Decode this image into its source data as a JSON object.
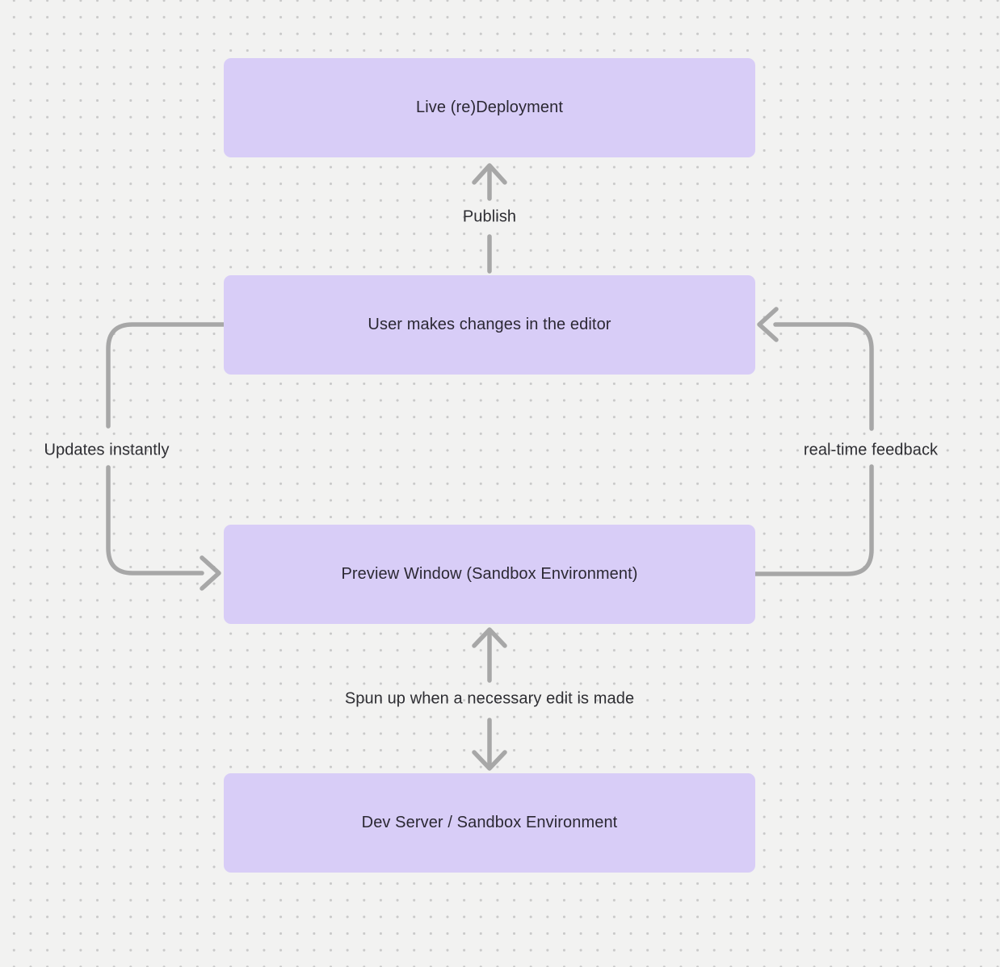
{
  "diagram": {
    "nodes": [
      {
        "id": "live-redeployment",
        "label": "Live (re)Deployment"
      },
      {
        "id": "editor",
        "label": "User makes changes in the editor"
      },
      {
        "id": "preview-window",
        "label": "Preview Window (Sandbox Environment)"
      },
      {
        "id": "dev-server",
        "label": "Dev Server / Sandbox Environment"
      }
    ],
    "edges": [
      {
        "id": "publish",
        "from": "editor",
        "to": "live-redeployment",
        "label": "Publish"
      },
      {
        "id": "updates-instantly",
        "from": "editor",
        "to": "preview-window",
        "label": "Updates instantly"
      },
      {
        "id": "real-time-feedback",
        "from": "preview-window",
        "to": "editor",
        "label": "real-time feedback"
      },
      {
        "id": "sandbox-spin-up",
        "from": "preview-window",
        "to": "dev-server",
        "label": "Spun up when a necessary edit is made",
        "bidirectional": true
      }
    ]
  },
  "colors": {
    "canvas_background": "#f2f2f1",
    "dot_grid": "#c9c9c9",
    "node_fill": "#d8cdf7",
    "node_text": "#2b2833",
    "edge_stroke": "#a7a7a7",
    "edge_label_text": "#2e2e33"
  }
}
